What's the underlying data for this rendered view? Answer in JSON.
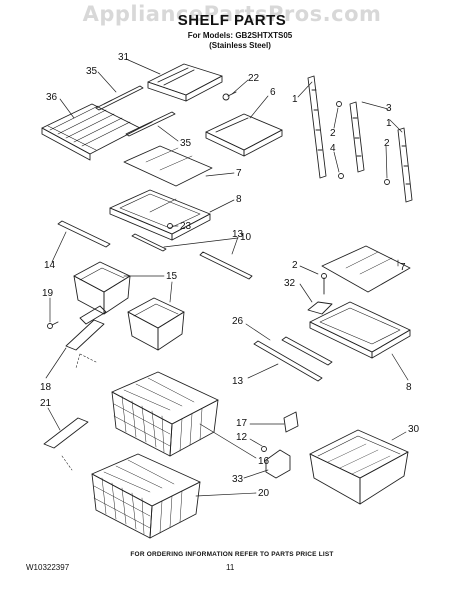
{
  "watermark": "AppliancePartsPros.com",
  "title": "SHELF PARTS",
  "models": {
    "line1": "For Models: GB2SHTXTS05",
    "line2": "(Stainless Steel)"
  },
  "callouts": [
    "31",
    "35",
    "22",
    "6",
    "36",
    "35",
    "1",
    "2",
    "4",
    "3",
    "1",
    "2",
    "7",
    "8",
    "23",
    "14",
    "10",
    "13",
    "15",
    "2",
    "7",
    "32",
    "19",
    "26",
    "18",
    "13",
    "8",
    "21",
    "17",
    "12",
    "30",
    "16",
    "33",
    "20"
  ],
  "footer": {
    "note": "FOR ORDERING INFORMATION REFER TO PARTS PRICE LIST",
    "doc_number": "W10322397",
    "page_number": "11"
  },
  "colors": {
    "line": "#222222",
    "watermark": "#d8d8d8"
  }
}
